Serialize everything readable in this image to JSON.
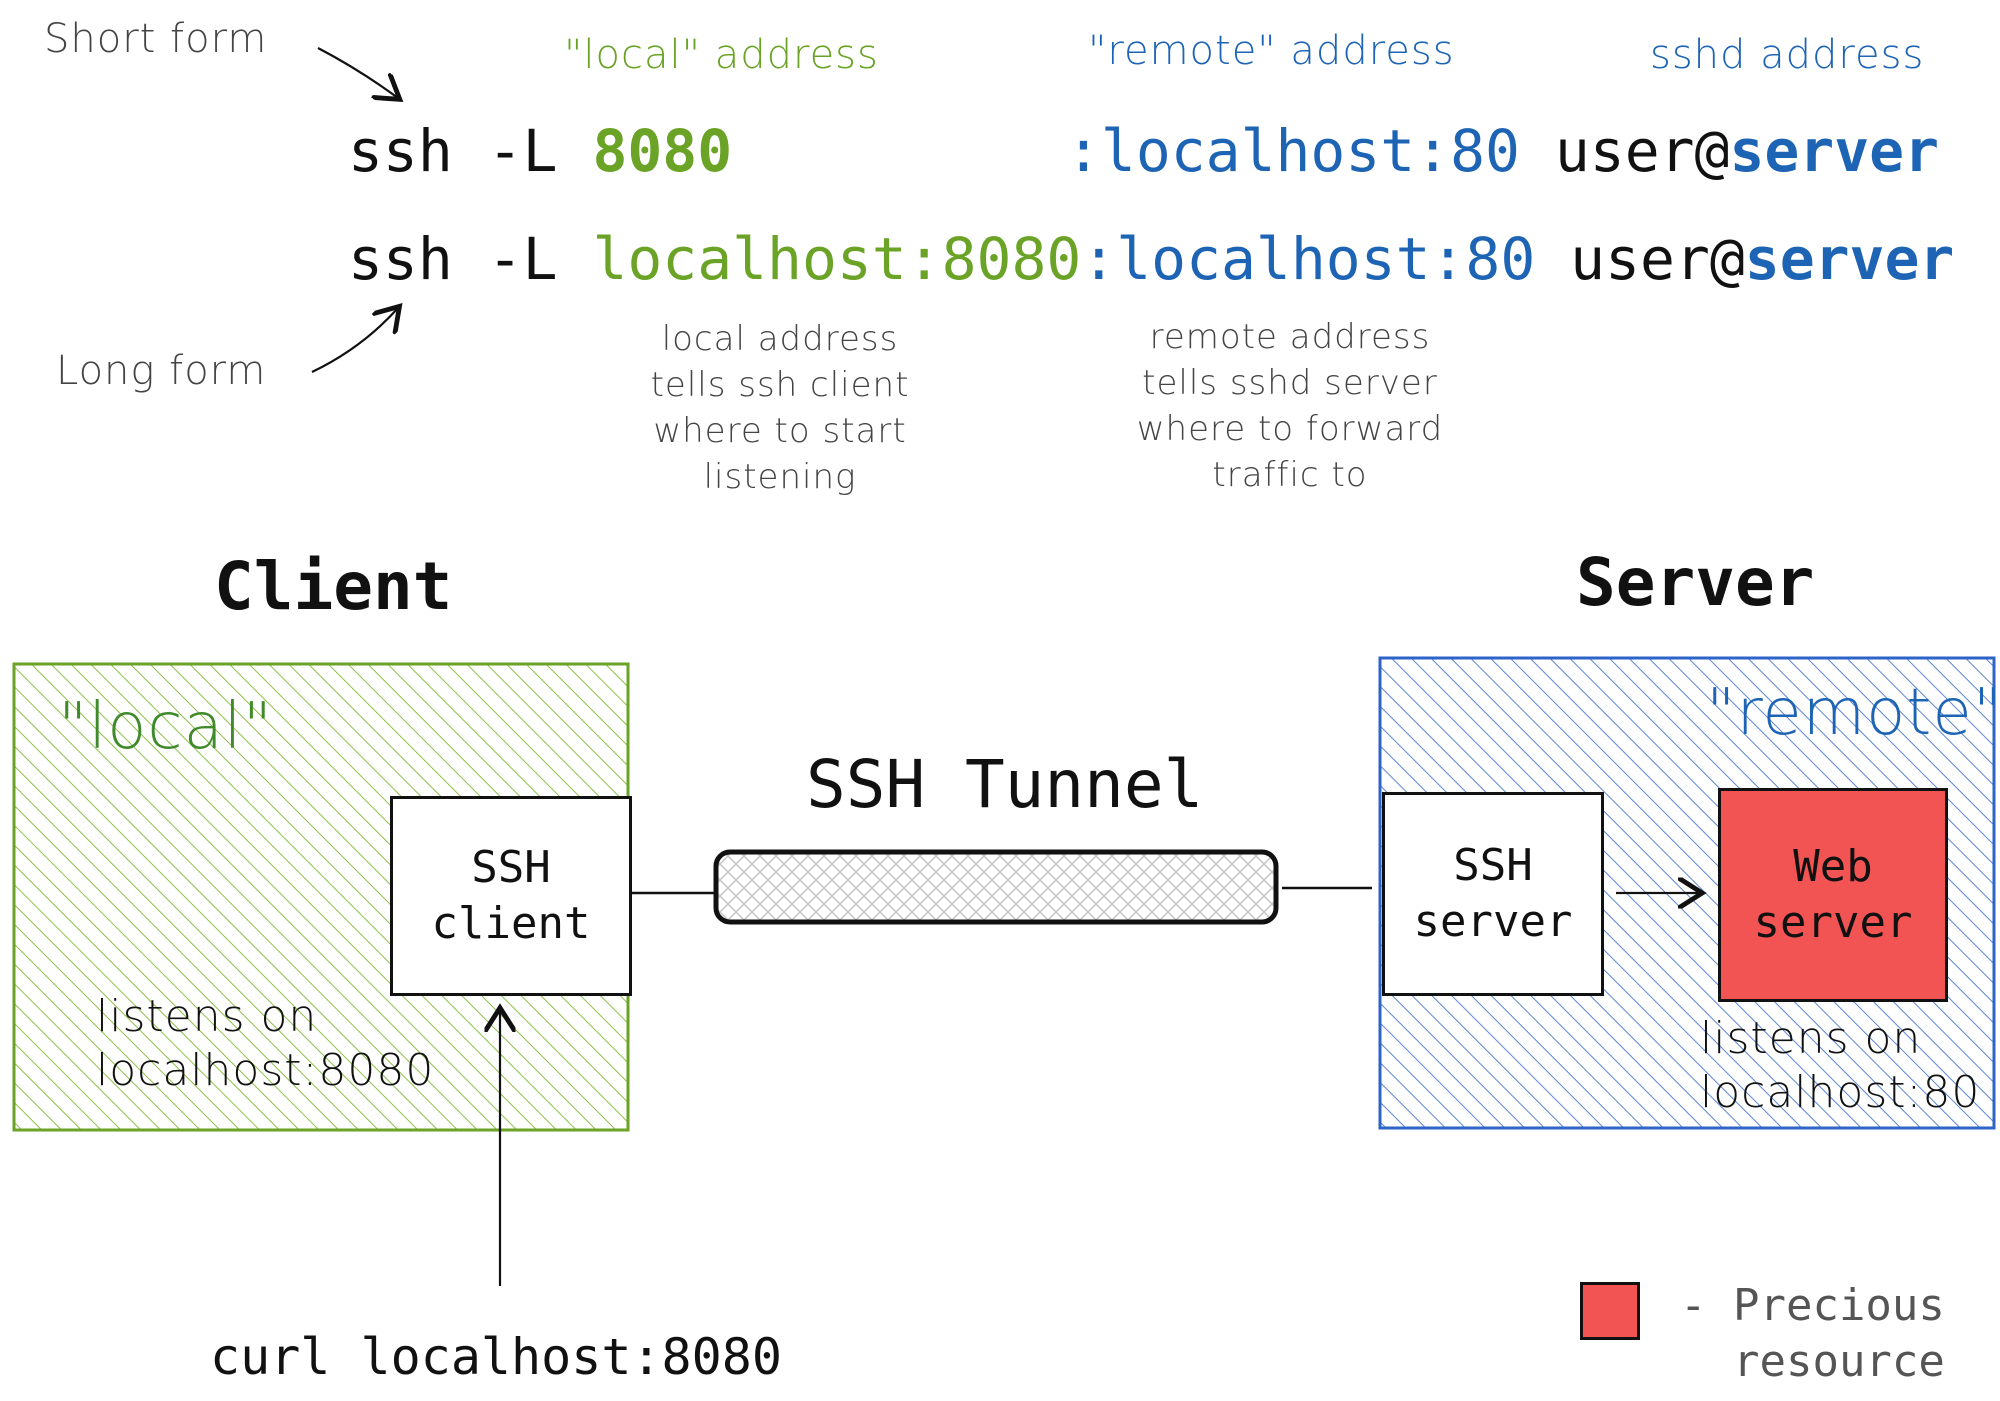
{
  "annotations": {
    "short_form": "Short form",
    "long_form": "Long form",
    "local_header": "\"local\" address",
    "remote_header": "\"remote\" address",
    "sshd_header": "sshd address",
    "local_note": "local address\ntells ssh client\nwhere to start\nlistening",
    "remote_note": "remote address\ntells sshd server\nwhere to forward\ntraffic to"
  },
  "commands": {
    "short": {
      "prefix": "ssh -L ",
      "local": "8080",
      "remote": ":localhost:80",
      "user": " user@",
      "server": "server"
    },
    "long": {
      "prefix": "ssh -L ",
      "local": "localhost:8080",
      "remote": ":localhost:80",
      "user": " user@",
      "server": "server"
    }
  },
  "client": {
    "title": "Client",
    "zone_label": "\"local\"",
    "box_label": "SSH\nclient",
    "listens": "listens on\nlocalhost:8080"
  },
  "tunnel": {
    "label": "SSH Tunnel"
  },
  "server": {
    "title": "Server",
    "zone_label": "\"remote\"",
    "ssh_box_label": "SSH\nserver",
    "web_box_label": "Web\nserver",
    "listens": "listens on\nlocalhost:80"
  },
  "curl_command": "curl localhost:8080",
  "legend": {
    "label": "- Precious\n  resource"
  },
  "colors": {
    "local_green": "#6aa326",
    "remote_blue": "#1e64b4",
    "precious_red": "#f25353"
  }
}
